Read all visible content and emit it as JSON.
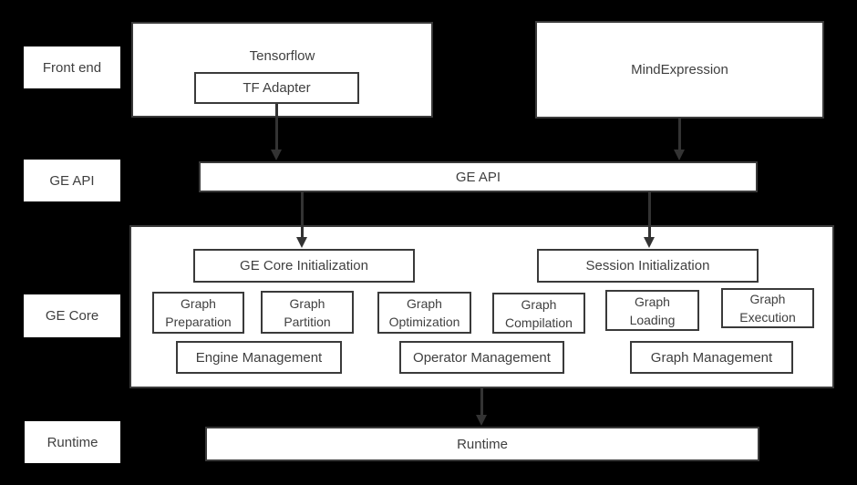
{
  "colors": {
    "background": "#000000",
    "box_fill": "#ffffff",
    "box_border": "#3a3a3a",
    "text": "#3f3f3f",
    "arrow": "#333333"
  },
  "side_labels": {
    "front_end": "Front end",
    "ge_api": "GE API",
    "ge_core": "GE Core",
    "runtime": "Runtime"
  },
  "front_end": {
    "tensorflow_title": "Tensorflow",
    "tf_adapter": "TF Adapter",
    "mindexpression": "MindExpression"
  },
  "ge_api": {
    "bar_label": "GE API"
  },
  "ge_core": {
    "init": [
      "GE Core Initialization",
      "Session Initialization"
    ],
    "pipeline": [
      {
        "line1": "Graph",
        "line2": "Preparation"
      },
      {
        "line1": "Graph",
        "line2": "Partition"
      },
      {
        "line1": "Graph",
        "line2": "Optimization"
      },
      {
        "line1": "Graph",
        "line2": "Compilation"
      },
      {
        "line1": "Graph",
        "line2": "Loading"
      },
      {
        "line1": "Graph",
        "line2": "Execution"
      }
    ],
    "management": [
      "Engine Management",
      "Operator Management",
      "Graph Management"
    ]
  },
  "runtime": {
    "bar_label": "Runtime"
  }
}
